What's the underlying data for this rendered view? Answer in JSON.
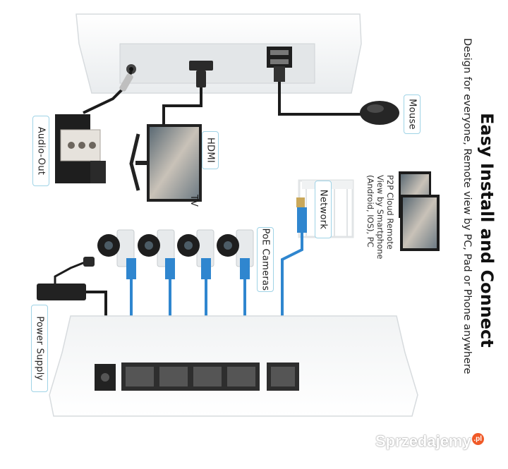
{
  "title": "Easy Install and Connect",
  "subtitle": "Design for everyone, Remote view by PC, Pad or Phone anywhere",
  "labels": {
    "mouse": "Mouse",
    "audio_out": "Audio-Out",
    "hdmi": "HDMI",
    "tv": "TV",
    "network": "Network",
    "poe_cameras": "PoE Cameras",
    "power_supply": "Power Supply"
  },
  "p2p_lines": [
    "P2P Cloud Remote",
    "View by Smartphone",
    "(Android, IOS), PC"
  ],
  "watermark": {
    "text": "Sprzedajemy",
    "badge": ".pl"
  },
  "colors": {
    "cable_blue": "#2f86cf",
    "cable_black": "#1c1c1c",
    "tag_border": "#9fd3e6",
    "device_white": "#f4f6f7"
  }
}
